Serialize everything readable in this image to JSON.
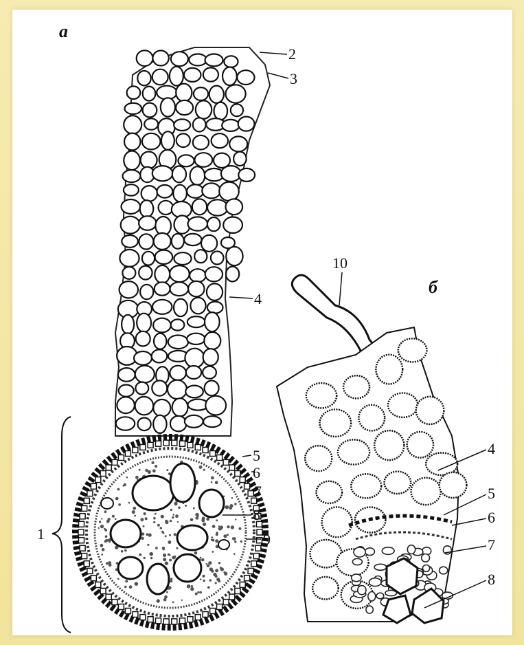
{
  "panels": [
    {
      "letter": "а"
    },
    {
      "letter": "б"
    }
  ],
  "callouts_a": [
    "2",
    "3",
    "4",
    "5",
    "6",
    "7",
    "8",
    "9",
    "1"
  ],
  "callouts_b": [
    "10",
    "4",
    "5",
    "6",
    "7",
    "8"
  ],
  "colors": {
    "frame": "#f3e7a2",
    "sheet": "#ffffff",
    "ink": "#111111"
  }
}
